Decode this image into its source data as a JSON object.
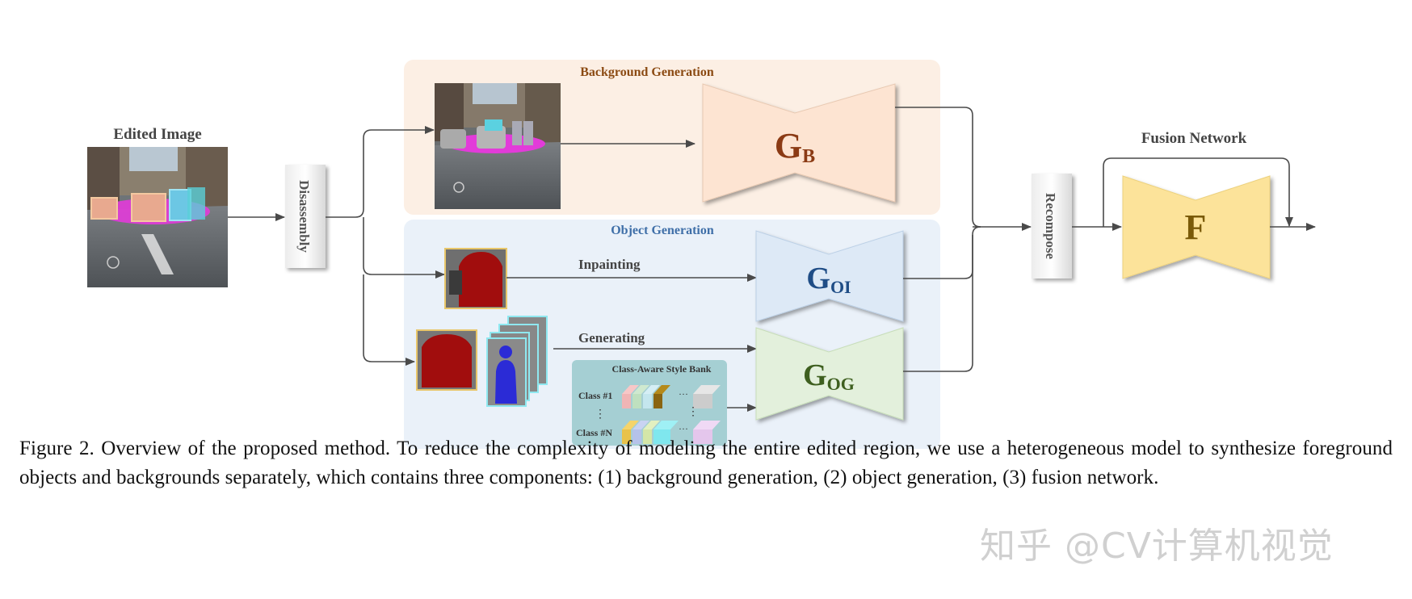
{
  "labels": {
    "edited_image": "Edited Image",
    "disassembly": "Disassembly",
    "background_generation": "Background Generation",
    "object_generation": "Object Generation",
    "inpainting": "Inpainting",
    "generating": "Generating",
    "style_bank": "Class-Aware Style Bank",
    "class_1": "Class #1",
    "class_n": "Class #N",
    "recompose": "Recompose",
    "fusion_network": "Fusion Network",
    "gb_main": "G",
    "gb_sub": "B",
    "goi_main": "G",
    "goi_sub": "OI",
    "gog_main": "G",
    "gog_sub": "OG",
    "f": "F",
    "ellipsis_h": "···",
    "ellipsis_v": "⋮"
  },
  "caption": "Figure 2. Overview of the proposed method. To reduce the complexity of modeling the entire edited region, we use a heterogeneous model to synthesize foreground objects and backgrounds separately, which contains three components: (1) background generation, (2) object generation, (3) fusion network.",
  "watermark": "知乎 @CV计算机视觉",
  "colors": {
    "bg_panel": "#fcefe4",
    "obj_panel": "#eaf1f9",
    "gb": "#fde4d2",
    "goi": "#dde9f6",
    "gog": "#e3f0dc",
    "f": "#fce39a",
    "label_orange": "#8b4a12",
    "label_blue": "#3f6fa8",
    "gb_text": "#8b3a14",
    "goi_text": "#1f4d86",
    "gog_text": "#3e5f1f",
    "f_text": "#7a5a08"
  }
}
